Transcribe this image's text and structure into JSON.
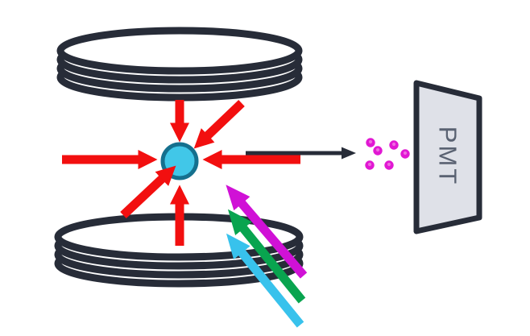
{
  "diagram": {
    "pmt": {
      "label": "PMT"
    },
    "elements": {
      "coil_turns_visible": 4,
      "red_arrow_count": 6,
      "photon_count": 6,
      "beam_arrow_colors": [
        "magenta",
        "green",
        "cyan"
      ]
    },
    "colors": {
      "background": "#ffffff",
      "dark": "#272c38",
      "red": "#f20f0f",
      "ion_fill": "#41c7e8",
      "ion_stroke": "#15708e",
      "magenta": "#d011d6",
      "green": "#09a44f",
      "cyan": "#38c2ec",
      "photon": "#e118d3",
      "photon_center": "#ef6ce0",
      "pmt_fill": "#dfe1e8",
      "pmt_text": "#5a6272"
    }
  }
}
